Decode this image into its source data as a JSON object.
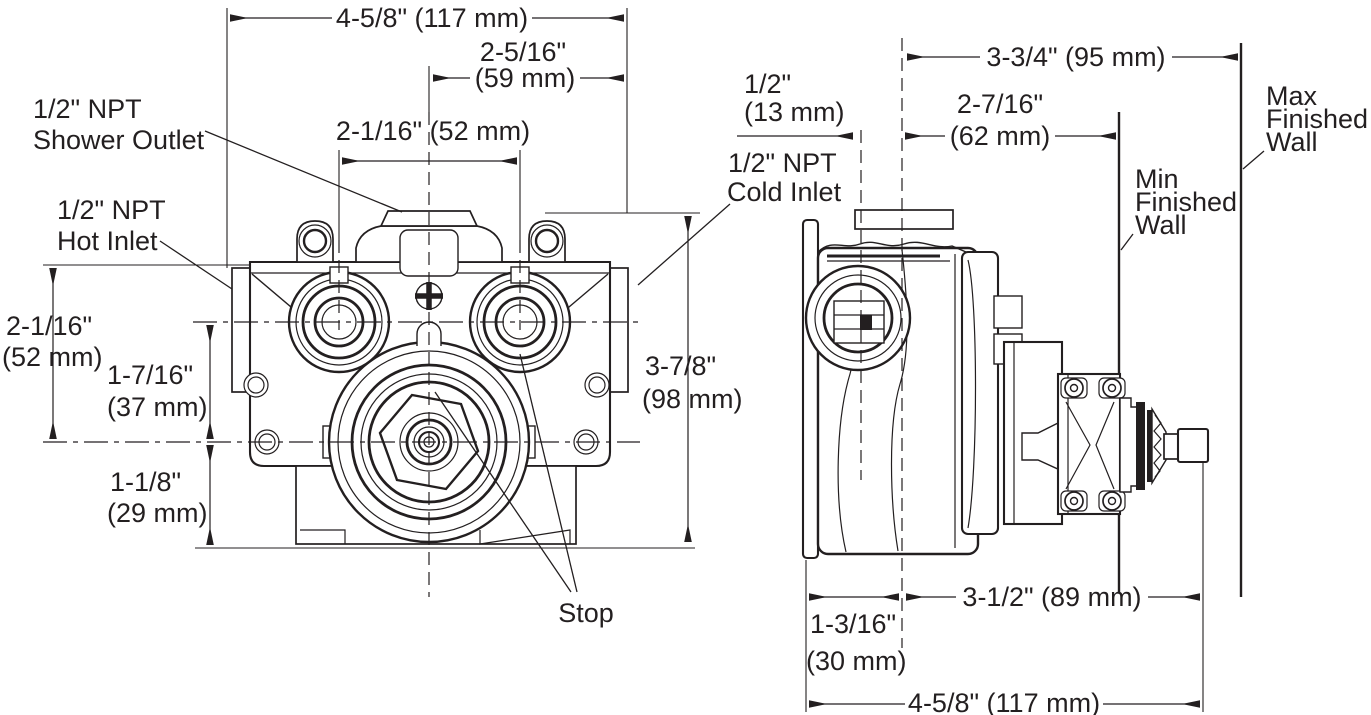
{
  "diagram": {
    "colors": {
      "line": "#231f20",
      "background": "#ffffff"
    },
    "front": {
      "dim_width": "4-5/8\" (117 mm)",
      "dim_outlet_1": "2-5/16\"",
      "dim_outlet_2": "(59 mm)",
      "dim_ports": "2-1/16\" (52 mm)",
      "dim_height_1": "3-7/8\"",
      "dim_height_2": "(98 mm)",
      "dim_top_1": "2-1/16\"",
      "dim_top_2": "(52 mm)",
      "dim_mid_1": "1-7/16\"",
      "dim_mid_2": "(37 mm)",
      "dim_low_1": "1-1/8\"",
      "dim_low_2": "(29 mm)",
      "lbl_shower_1": "1/2\" NPT",
      "lbl_shower_2": "Shower Outlet",
      "lbl_hot_1": "1/2\" NPT",
      "lbl_hot_2": "Hot Inlet",
      "lbl_cold_1": "1/2\" NPT",
      "lbl_cold_2": "Cold Inlet",
      "lbl_stop": "Stop"
    },
    "side": {
      "dim_offset_1": "1/2\"",
      "dim_offset_2": "(13 mm)",
      "dim_maxwall": "3-3/4\" (95 mm)",
      "dim_minwall_1": "2-7/16\"",
      "dim_minwall_2": "(62 mm)",
      "dim_back_1": "1-3/16\"",
      "dim_back_2": "(30 mm)",
      "dim_stem": "3-1/2\" (89 mm)",
      "dim_depth": "4-5/8\" (117 mm)",
      "lbl_min_1": "Min",
      "lbl_min_2": "Finished",
      "lbl_min_3": "Wall",
      "lbl_max_1": "Max",
      "lbl_max_2": "Finished",
      "lbl_max_3": "Wall"
    }
  }
}
